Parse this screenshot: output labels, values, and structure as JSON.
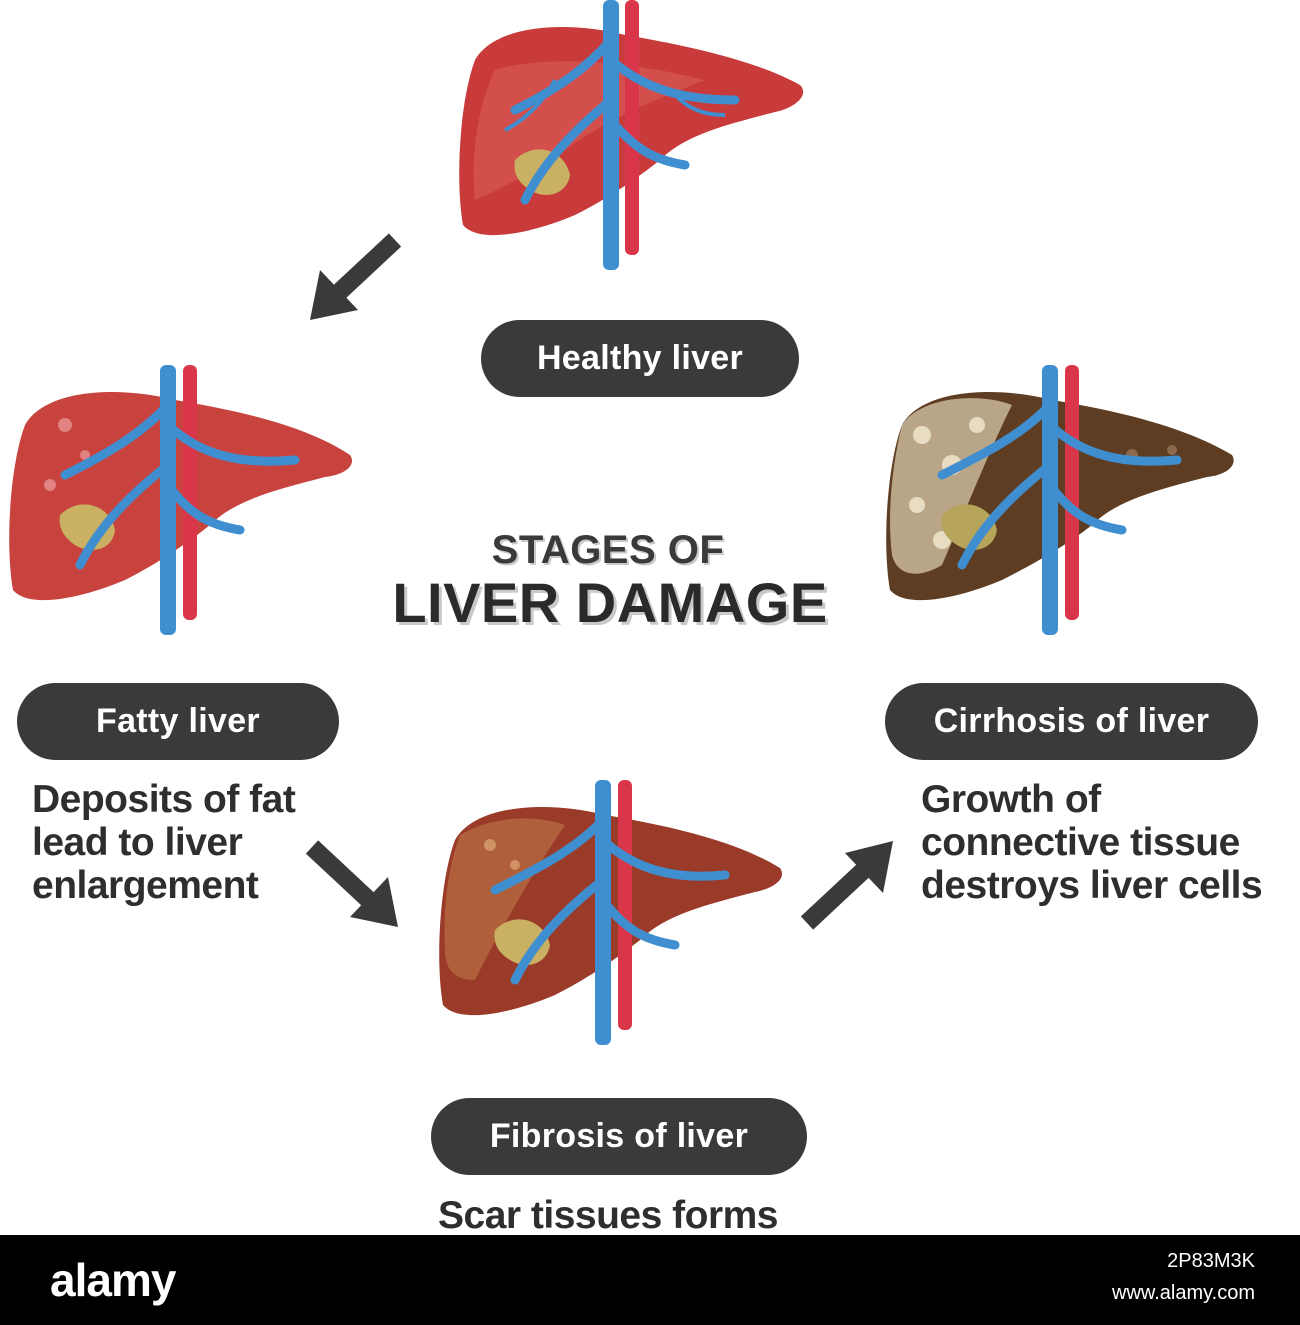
{
  "title": {
    "line1": "STAGES OF",
    "line2": "LIVER DAMAGE"
  },
  "stages": {
    "healthy": {
      "label": "Healthy liver",
      "color": "#c93a3a"
    },
    "fatty": {
      "label": "Fatty liver",
      "description": [
        "Deposits of fat",
        "lead to liver",
        "enlargement"
      ],
      "color": "#c8423e"
    },
    "fibrosis": {
      "label": "Fibrosis of liver",
      "description": [
        "Scar tissues forms"
      ],
      "color": "#9a3b2a"
    },
    "cirrhosis": {
      "label": "Cirrhosis of liver",
      "description": [
        "Growth of",
        "connective tissue",
        "destroys liver cells"
      ],
      "color": "#5e3d22"
    }
  },
  "colors": {
    "pill": "#3a3a3a",
    "vein": "#3f8fd0",
    "artery": "#d9364a",
    "arrow": "#3a3a3a"
  },
  "footer": {
    "logo": "alamy",
    "image_id": "2P83M3K",
    "url": "www.alamy.com"
  }
}
